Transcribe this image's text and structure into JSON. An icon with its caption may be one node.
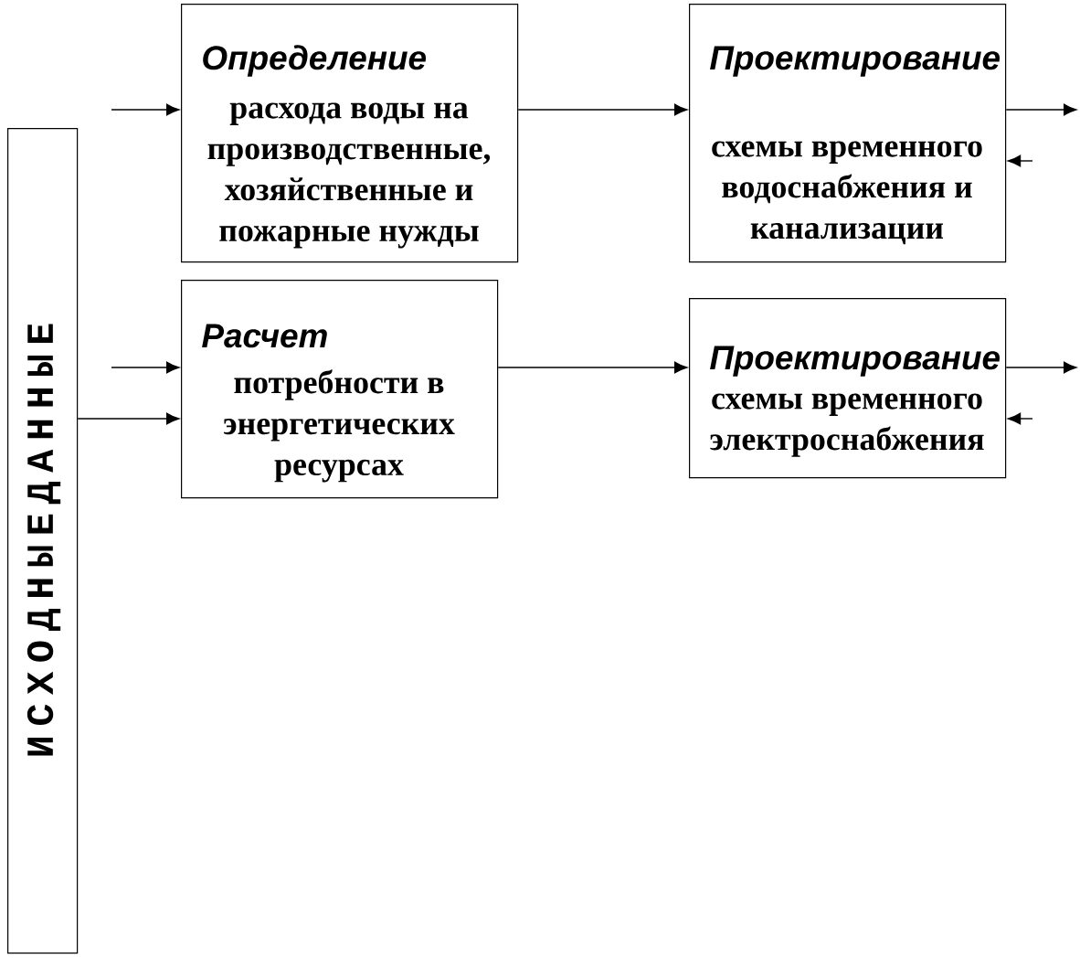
{
  "diagram": {
    "nodes": [
      {
        "text": [
          "И С Х О Д Н Ы Е Д А Н Н Ы Е"
        ]
      },
      {
        "text": [
          "Определение",
          "расхода воды на производственные, хозяйственные и пожарные нужды"
        ]
      },
      {
        "text": [
          "Проектирование",
          "схемы временного водоснабжения и канализации"
        ]
      },
      {
        "text": [
          "Расчет",
          "потребности в энергетических ресурсах"
        ]
      },
      {
        "text": [
          "Проектирование",
          "схемы временного электроснабжения"
        ]
      }
    ],
    "edges": [
      {
        "from": null,
        "to": 1,
        "arrow": "to"
      },
      {
        "from": 1,
        "to": 2,
        "arrow": "to"
      },
      {
        "from": 2,
        "to": null,
        "arrow": "to"
      },
      {
        "from": null,
        "to": 2,
        "arrow": "to"
      },
      {
        "from": null,
        "to": 3,
        "arrow": "to"
      },
      {
        "from": 0,
        "to": 3,
        "arrow": "to"
      },
      {
        "from": 3,
        "to": 4,
        "arrow": "to"
      },
      {
        "from": 4,
        "to": null,
        "arrow": "to"
      },
      {
        "from": null,
        "to": 4,
        "arrow": "to"
      }
    ]
  }
}
